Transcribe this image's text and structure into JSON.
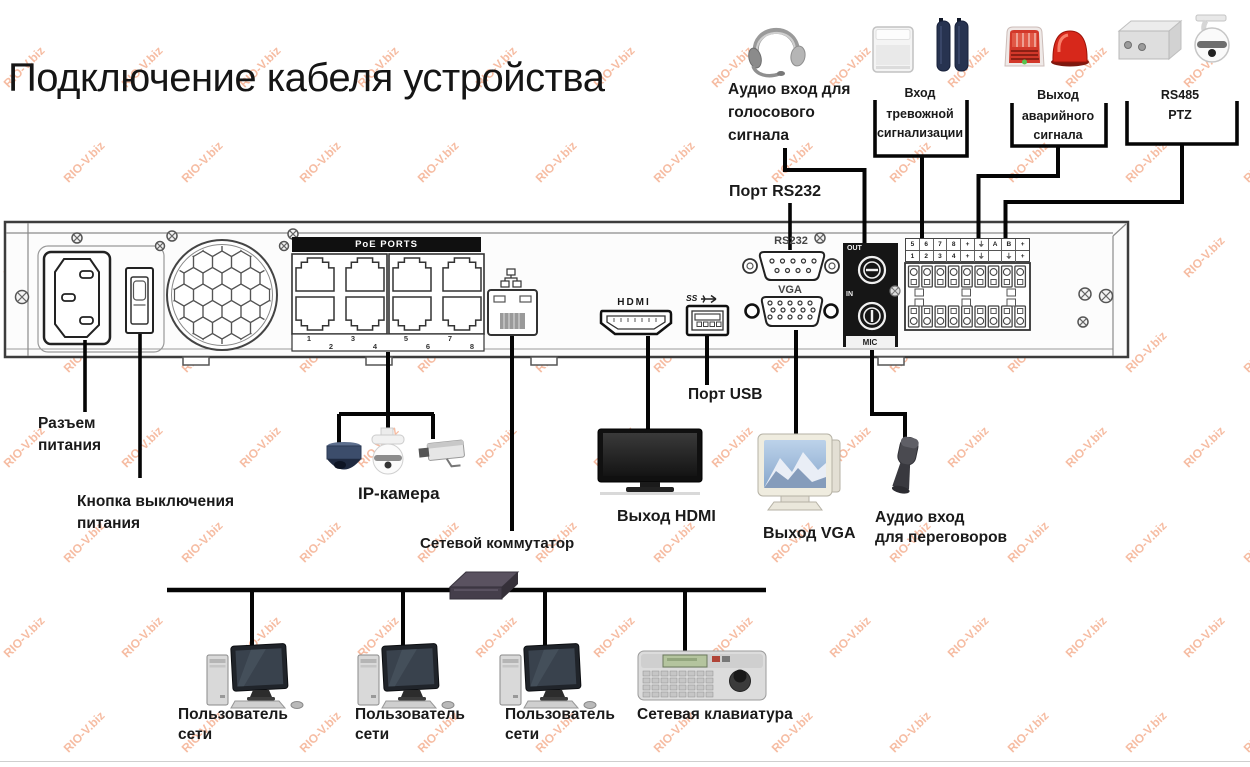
{
  "title": "Подключение кабеля устройства",
  "watermark": {
    "text": "RIO-V.biz",
    "color": "#ee7a45"
  },
  "colors": {
    "line": "#050505",
    "panel_fill": "#fcfcfc",
    "panel_stroke": "#3c3c3c",
    "alarm_red": "#d2382a",
    "beacon_red": "#d7281b",
    "cylinder_navy": "#273350",
    "banner_bg": "#101010",
    "banner_text": "#ffffff",
    "label_text": "#1a1a1a",
    "watermark_color": "#ee7a45"
  },
  "top_devices": {
    "audio_voice": {
      "icon": "headset-icon",
      "label_lines": [
        "Аудио вход для",
        "голосового",
        "сигнала"
      ]
    },
    "alarm_in": {
      "icon": "pir-sensor-icon",
      "label_lines": [
        "Вход",
        "тревожной",
        "сигнализации"
      ]
    },
    "alarm_out": {
      "icon": "siren-icon",
      "label_lines": [
        "Выход",
        "аварийного",
        "сигнала"
      ]
    },
    "rs485_ptz": {
      "icon": "ptz-dome-camera-icon",
      "label_lines": [
        "RS485",
        "PTZ"
      ]
    }
  },
  "panel": {
    "poe_banner": "PoE PORTS",
    "poe_numbers": [
      "1",
      "2",
      "3",
      "4",
      "5",
      "6",
      "7",
      "8"
    ],
    "ports": {
      "rs232": "RS232",
      "vga": "VGA",
      "hdmi": "HDMI",
      "usb": "SS",
      "audio_out": "OUT",
      "audio_in": "IN",
      "mic": "MIC"
    },
    "terminal": {
      "row_top": [
        "5",
        "6",
        "7",
        "8",
        "+",
        "⏚",
        "A",
        "B",
        "+"
      ],
      "row_bottom": [
        "1",
        "2",
        "3",
        "4",
        "+",
        "⏚",
        "",
        "⏚",
        "+"
      ]
    }
  },
  "labels": {
    "rs232_port": "Порт RS232",
    "power_connector": [
      "Разъем",
      "питания"
    ],
    "power_button": [
      "Кнопка выключения",
      "питания"
    ],
    "ip_camera": "IP-камера",
    "network_switch": "Сетевой коммутатор",
    "usb_port": "Порт USB",
    "hdmi_out": "Выход HDMI",
    "vga_out": "Выход VGA",
    "audio_talk": [
      "Аудио вход",
      "для переговоров"
    ],
    "network_user": [
      "Пользователь",
      "сети"
    ],
    "network_keyboard": "Сетевая клавиатура"
  }
}
